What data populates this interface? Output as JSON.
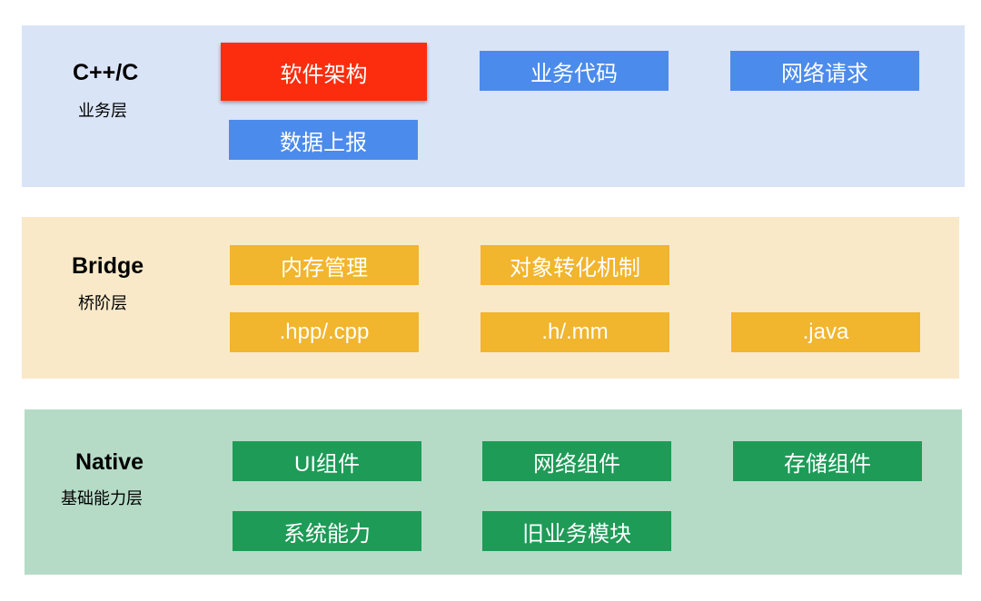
{
  "colors": {
    "business_bg": "#d9e4f7",
    "bridge_bg": "#f9e9c9",
    "native_bg": "#b5dbc6",
    "business_box": "#4b8bec",
    "business_highlight": "#fb2d0e",
    "bridge_box": "#f1b52e",
    "native_box": "#1e9b57"
  },
  "layers": {
    "business": {
      "title": "C++/C",
      "subtitle": "业务层",
      "boxes": [
        "软件架构",
        "业务代码",
        "网络请求",
        "数据上报"
      ]
    },
    "bridge": {
      "title": "Bridge",
      "subtitle": "桥阶层",
      "boxes": [
        "内存管理",
        "对象转化机制",
        ".hpp/.cpp",
        ".h/.mm",
        ".java"
      ]
    },
    "native": {
      "title": "Native",
      "subtitle": "基础能力层",
      "boxes": [
        "UI组件",
        "网络组件",
        "存储组件",
        "系统能力",
        "旧业务模块"
      ]
    }
  }
}
